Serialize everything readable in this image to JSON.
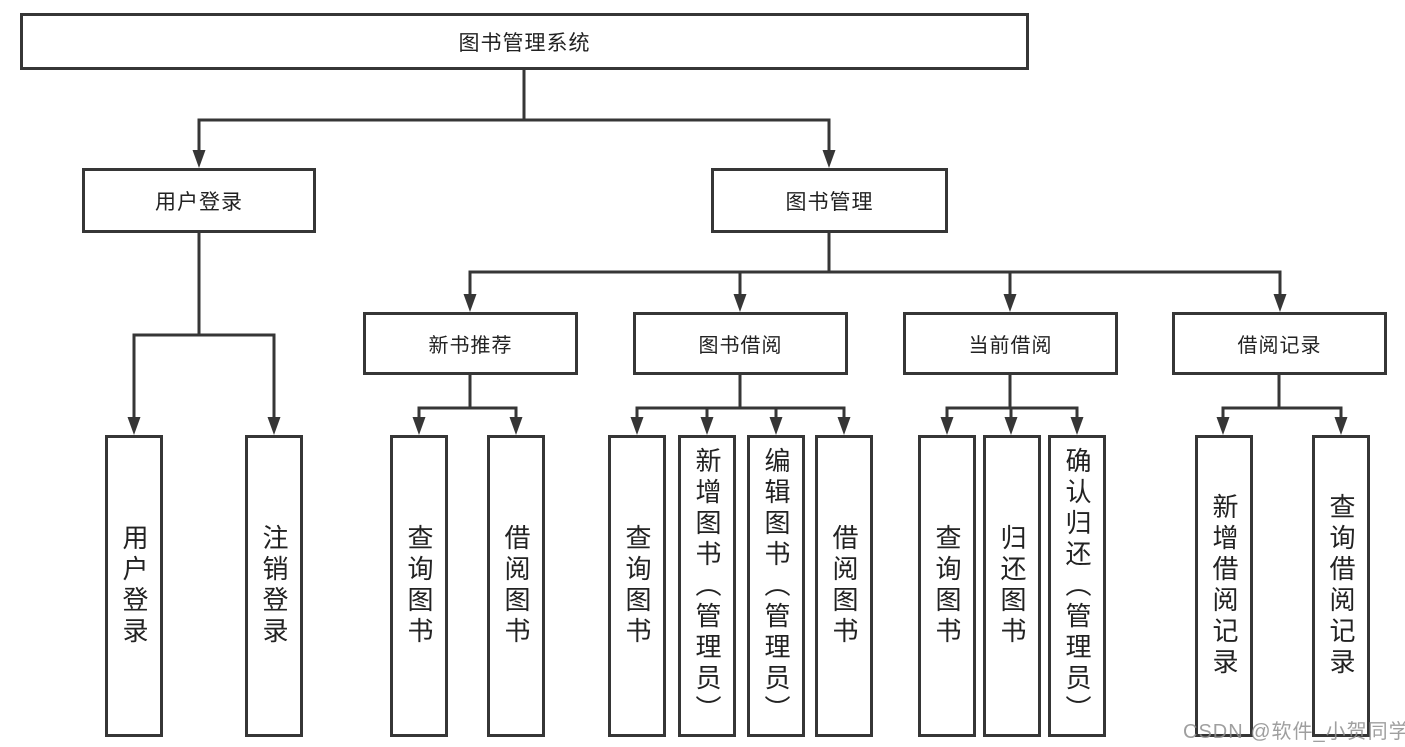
{
  "root": {
    "label": "图书管理系统"
  },
  "user_branch": {
    "label": "用户登录",
    "children": [
      "用户登录",
      "注销登录"
    ]
  },
  "mgmt_branch": {
    "label": "图书管理"
  },
  "sections": [
    {
      "label": "新书推荐",
      "children": [
        "查询图书",
        "借阅图书"
      ]
    },
    {
      "label": "图书借阅",
      "children": [
        "查询图书",
        "新增图书（管理员）",
        "编辑图书（管理员）",
        "借阅图书"
      ]
    },
    {
      "label": "当前借阅",
      "children": [
        "查询图书",
        "归还图书",
        "确认归还（管理员）"
      ]
    },
    {
      "label": "借阅记录",
      "children": [
        "新增借阅记录",
        "查询借阅记录"
      ]
    }
  ],
  "watermark": "CSDN @软件_小贺同学",
  "colors": {
    "line": "#363636",
    "text": "#222222",
    "watermark": "#8f8f8f",
    "background": "#ffffff"
  }
}
